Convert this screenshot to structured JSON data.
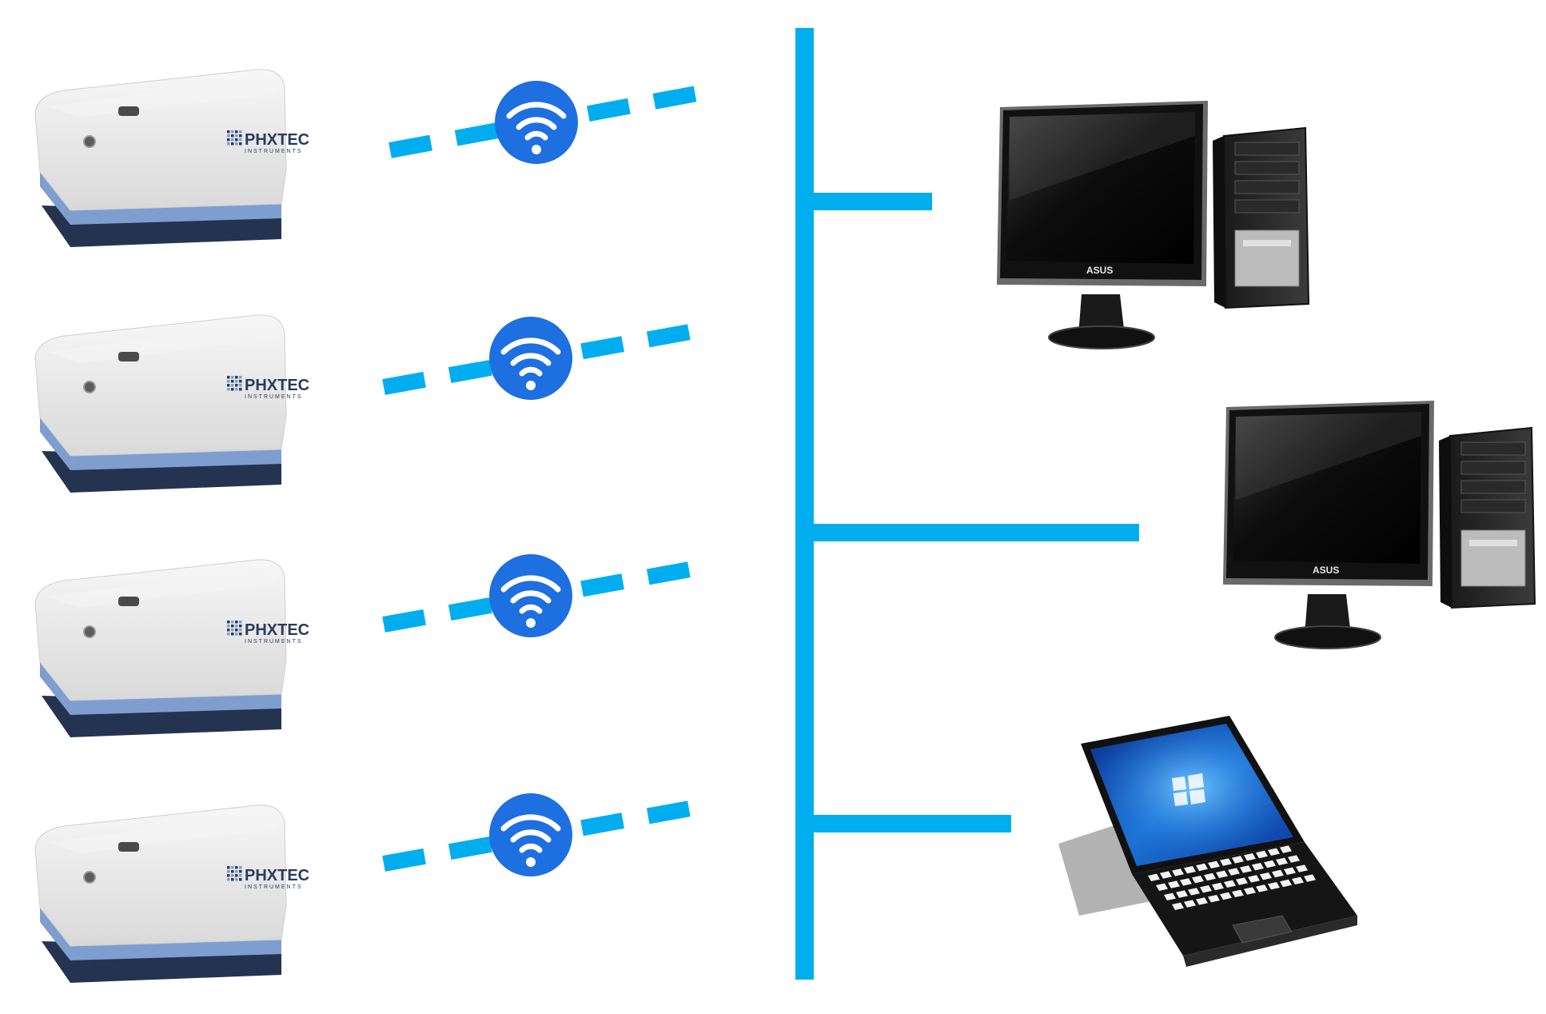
{
  "colors": {
    "link": "#00aeef",
    "wifi_badge": "#1e6fe0",
    "device_body": "#e7e7e7",
    "device_stripe": "#7e9ed0",
    "device_base": "#243350"
  },
  "devices": [
    {
      "brand": "PHXTEC",
      "sub": "INSTRUMENTS",
      "icon": "wifi-icon"
    },
    {
      "brand": "PHXTEC",
      "sub": "INSTRUMENTS",
      "icon": "wifi-icon"
    },
    {
      "brand": "PHXTEC",
      "sub": "INSTRUMENTS",
      "icon": "wifi-icon"
    },
    {
      "brand": "PHXTEC",
      "sub": "INSTRUMENTS",
      "icon": "wifi-icon"
    }
  ],
  "clients": [
    {
      "type": "desktop",
      "monitor_brand": "ASUS"
    },
    {
      "type": "desktop",
      "monitor_brand": "ASUS"
    },
    {
      "type": "laptop"
    }
  ]
}
